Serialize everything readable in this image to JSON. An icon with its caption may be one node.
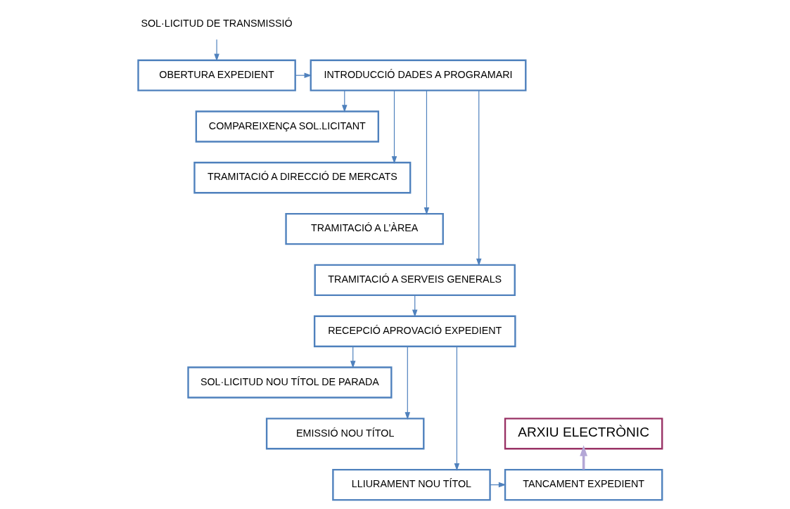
{
  "diagram": {
    "nodes": [
      {
        "text": [
          "SOL·LICITUD DE TRANSMISSIÓ"
        ]
      },
      {
        "text": [
          "OBERTURA EXPEDIENT"
        ]
      },
      {
        "text": [
          "INTRODUCCIÓ DADES A PROGRAMARI"
        ]
      },
      {
        "text": [
          "COMPAREIXENÇA SOL.LICITANT"
        ]
      },
      {
        "text": [
          "TRAMITACIÓ A DIRECCIÓ DE MERCATS"
        ]
      },
      {
        "text": [
          "TRAMITACIÓ A L’ÀREA"
        ]
      },
      {
        "text": [
          "TRAMITACIÓ A SERVEIS GENERALS"
        ]
      },
      {
        "text": [
          "RECEPCIÓ APROVACIÓ EXPEDIENT"
        ]
      },
      {
        "text": [
          "SOL·LICITUD NOU TÍTOL DE PARADA"
        ]
      },
      {
        "text": [
          "EMISSIÓ NOU TÍTOL"
        ]
      },
      {
        "text": [
          "LLIURAMENT NOU TÍTOL"
        ]
      },
      {
        "text": [
          "TANCAMENT EXPEDIENT"
        ]
      },
      {
        "text": [
          "ARXIU ELECTRÒNIC"
        ]
      }
    ],
    "edges": [
      {
        "from": 0,
        "to": 1,
        "arrow": "to"
      },
      {
        "from": 1,
        "to": 2,
        "arrow": "to"
      },
      {
        "from": 2,
        "to": 3,
        "arrow": "to"
      },
      {
        "from": 2,
        "to": 4,
        "arrow": "to"
      },
      {
        "from": 2,
        "to": 5,
        "arrow": "to"
      },
      {
        "from": 2,
        "to": 6,
        "arrow": "to"
      },
      {
        "from": 6,
        "to": 7,
        "arrow": "to"
      },
      {
        "from": 7,
        "to": 8,
        "arrow": "to"
      },
      {
        "from": 7,
        "to": 9,
        "arrow": "to"
      },
      {
        "from": 7,
        "to": 10,
        "arrow": "to"
      },
      {
        "from": 10,
        "to": 11,
        "arrow": "to"
      },
      {
        "from": 11,
        "to": 12,
        "arrow": "to",
        "style": "thick",
        "color": "#b4a7d6"
      }
    ]
  }
}
